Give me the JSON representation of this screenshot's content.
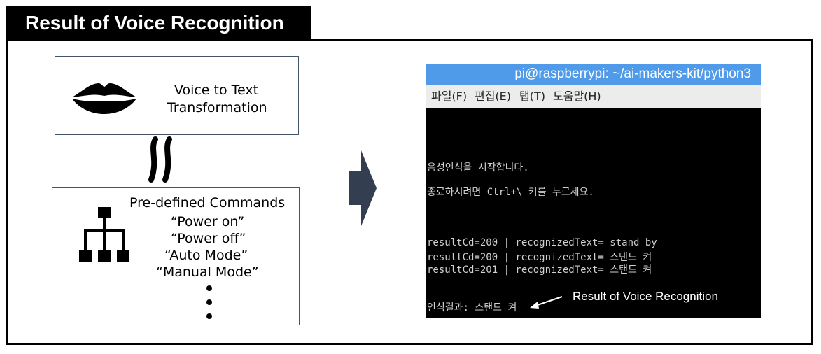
{
  "header": {
    "title": "Result of Voice Recognition"
  },
  "voice_box": {
    "line1": "Voice to Text",
    "line2": "Transformation",
    "icon": "lips-icon"
  },
  "commands_box": {
    "title": "Pre-defined Commands",
    "items": [
      "“Power on”",
      "“Power off”",
      "“Auto Mode”",
      "“Manual Mode”"
    ],
    "icon": "hierarchy-icon"
  },
  "terminal": {
    "title": "pi@raspberrypi: ~/ai-makers-kit/python3",
    "menu": [
      "파일(F)",
      "편집(E)",
      "탭(T)",
      "도움말(H)"
    ],
    "lines": [
      "음성인식을 시작합니다.",
      "종료하시려면 Ctrl+\\ 키를 누르세요.",
      "resultCd=200 |  recognizedText= stand by",
      "resultCd=200 |  recognizedText= 스탠드 켜",
      "resultCd=201 |  recognizedText= 스탠드 켜",
      "인식결과: 스탠드 켜"
    ]
  },
  "annotation": {
    "label": "Result of Voice Recognition"
  },
  "colors": {
    "arrow": "#333f50",
    "box_border": "#44546a",
    "titlebar": "#4f9be9"
  }
}
